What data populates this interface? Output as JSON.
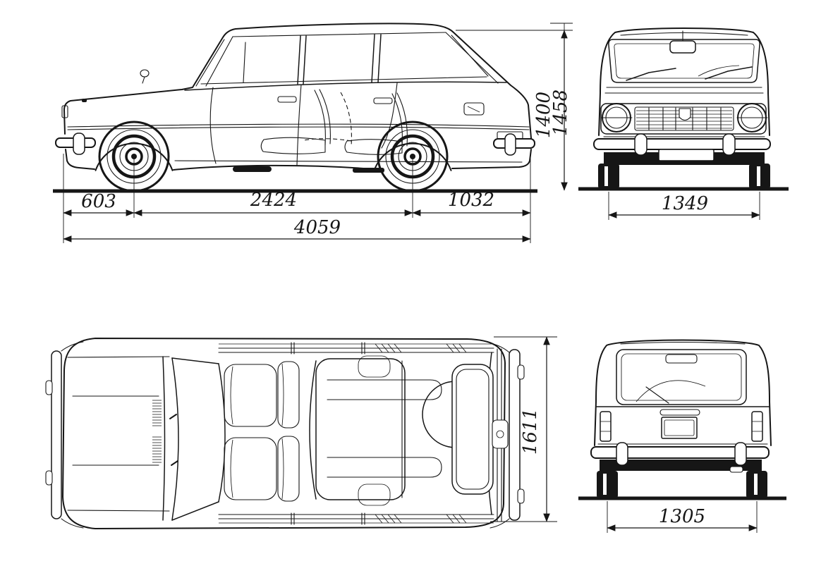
{
  "colors": {
    "ink": "#161616",
    "paper": "#ffffff"
  },
  "dimensions": {
    "side_view": {
      "front_overhang_mm": "603",
      "wheelbase_mm": "2424",
      "rear_overhang_mm": "1032",
      "overall_length_mm": "4059",
      "height_roof_mm": "1400",
      "height_overall_mm": "1458"
    },
    "front_view": {
      "front_track_mm": "1349"
    },
    "top_view": {
      "overall_width_mm": "1611"
    },
    "rear_view": {
      "rear_track_mm": "1305"
    }
  }
}
